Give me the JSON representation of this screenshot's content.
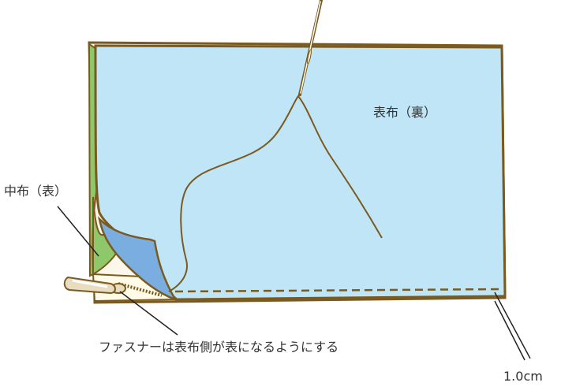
{
  "labels": {
    "outer_fabric": "表布（裏）",
    "middle_fabric": "中布（表）",
    "zipper_note": "ファスナーは表布側が表になるようにする",
    "measurement": "1.0cm"
  },
  "colors": {
    "outer_fabric": "#bfe5f7",
    "outer_fabric_corner": "#7aaee0",
    "middle_fabric": "#8ec86a",
    "outline": "#7a5a1e",
    "thread": "#7a5a1e",
    "zipper_tape": "#fffbe8",
    "zipper_pull": "#e8ddc0",
    "stitch_line": "#7a5a1e",
    "leader_lines": "#222222",
    "text": "#333333"
  },
  "icons": {
    "needle": "sewing-needle",
    "zipper": "zipper-pull"
  }
}
